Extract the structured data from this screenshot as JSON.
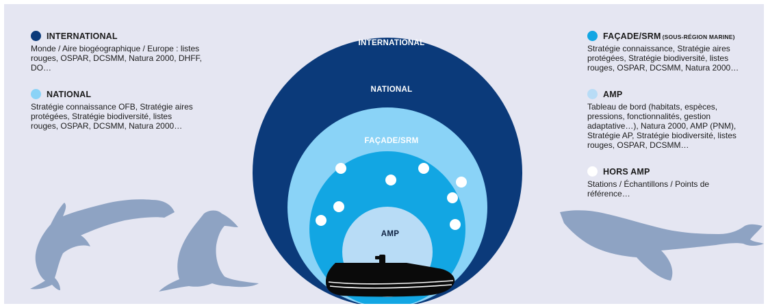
{
  "colors": {
    "background": "#e5e6f2",
    "international": "#0b3a7a",
    "national": "#8ad3f7",
    "facade": "#12a6e3",
    "amp": "#b8dcf6",
    "hors_amp": "#ffffff",
    "animals": "#8ea3c3",
    "boat": "#0a0a0a"
  },
  "legend_left": [
    {
      "title": "INTERNATIONAL",
      "text": "Monde / Aire biogéographique / Europe : listes rouges, OSPAR, DCSMM, Natura 2000, DHFF, DO…"
    },
    {
      "title": "NATIONAL",
      "text": "Stratégie connaissance OFB, Stratégie aires protégées, Stratégie biodiversité, listes rouges, OSPAR, DCSMM, Natura 2000…"
    }
  ],
  "legend_right": [
    {
      "title": "FAÇADE/SRM",
      "subtitle": "(SOUS-RÉGION MARINE)",
      "text": "Stratégie connaissance, Stratégie aires protégées, Stratégie biodiversité, listes rouges, OSPAR, DCSMM, Natura 2000…"
    },
    {
      "title": "AMP",
      "text": "Tableau de bord (habitats, espèces, pressions, fonctionnalités, gestion adaptative…), Natura 2000, AMP (PNM), Stratégie AP, Stratégie biodiversité, listes rouges, OSPAR, DCSMM…"
    },
    {
      "title": "HORS AMP",
      "text": "Stations / Échantillons / Points de référence…"
    }
  ],
  "rings": {
    "international": "INTERNATIONAL",
    "national": "NATIONAL",
    "facade": "FAÇADE/SRM",
    "amp": "AMP"
  },
  "icons": {
    "dolphin": "dolphin-icon",
    "sea_lion": "sea-lion-icon",
    "whale": "humpback-whale-icon",
    "boat": "inflatable-boat-icon"
  }
}
